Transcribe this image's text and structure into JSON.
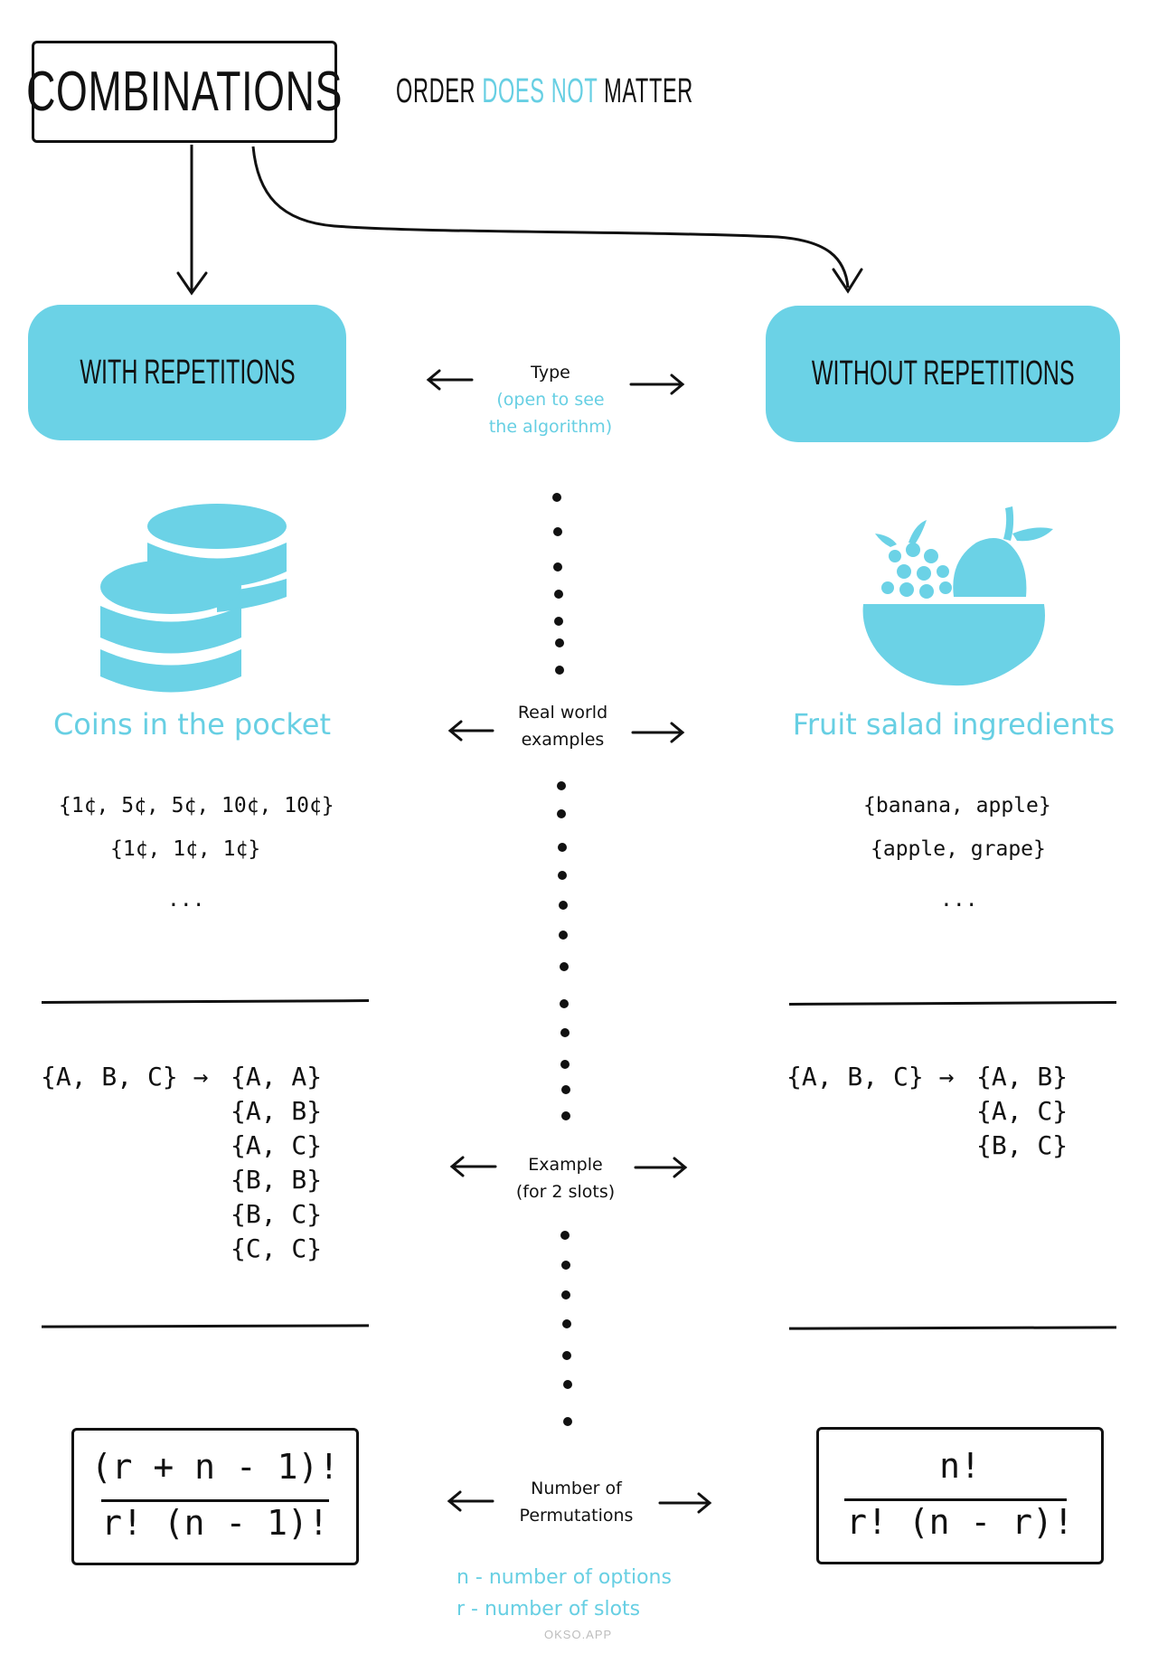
{
  "header": {
    "title": "COMBINATIONS",
    "subtitle_pre": "ORDER ",
    "subtitle_accent": "DOES NOT",
    "subtitle_post": " MATTER"
  },
  "types": {
    "left": "WITH REPETITIONS",
    "right": "WITHOUT REPETITIONS"
  },
  "middle": {
    "type_label": "Type",
    "type_hint_line1": "(open to see",
    "type_hint_line2": "the algorithm)",
    "real_world_line1": "Real world",
    "real_world_line2": "examples",
    "example_line1": "Example",
    "example_line2": "(for 2 slots)",
    "count_line1": "Number of",
    "count_line2": "Permutations"
  },
  "examples": {
    "left_caption": "Coins in the pocket",
    "left_items": [
      "{1¢, 5¢, 5¢, 10¢, 10¢}",
      "{1¢, 1¢, 1¢}",
      "..."
    ],
    "right_caption": "Fruit salad ingredients",
    "right_items": [
      "{banana, apple}",
      "{apple, grape}",
      "..."
    ]
  },
  "sets": {
    "left_source": "{A, B, C} →",
    "left_results": [
      "{A, A}",
      "{A, B}",
      "{A, C}",
      "{B, B}",
      "{B, C}",
      "{C, C}"
    ],
    "right_source": "{A, B, C} →",
    "right_results": [
      "{A, B}",
      "{A, C}",
      "{B, C}"
    ]
  },
  "formulas": {
    "left_numerator": "(r + n - 1)!",
    "left_denominator": "r! (n - 1)!",
    "right_numerator": "n!",
    "right_denominator": "r! (n - r)!"
  },
  "legend": {
    "n": "n - number of options",
    "r": "r - number of slots"
  },
  "brand": "OKSO.APP",
  "icons": [
    "coins-icon",
    "fruit-bowl-icon"
  ],
  "colors": {
    "accent": "#67cfe3",
    "box": "#6bd2e6",
    "ink": "#111111"
  }
}
